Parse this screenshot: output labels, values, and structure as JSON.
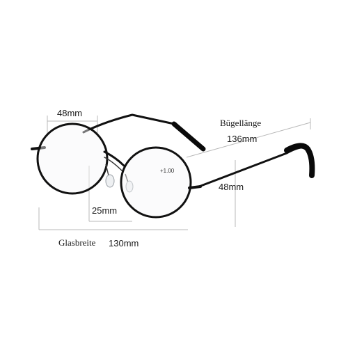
{
  "labels": {
    "lens_width": "48mm",
    "temple_title": "Bügellänge",
    "temple_length": "136mm",
    "lens_height": "48mm",
    "bridge": "25mm",
    "frame_width_title": "Glasbreite",
    "frame_width": "130mm",
    "lens_power": "+1.00"
  },
  "colors": {
    "background": "#ffffff",
    "frame": "#111111",
    "measure_lines": "#b5b5b5",
    "text": "#1a1a1a"
  }
}
